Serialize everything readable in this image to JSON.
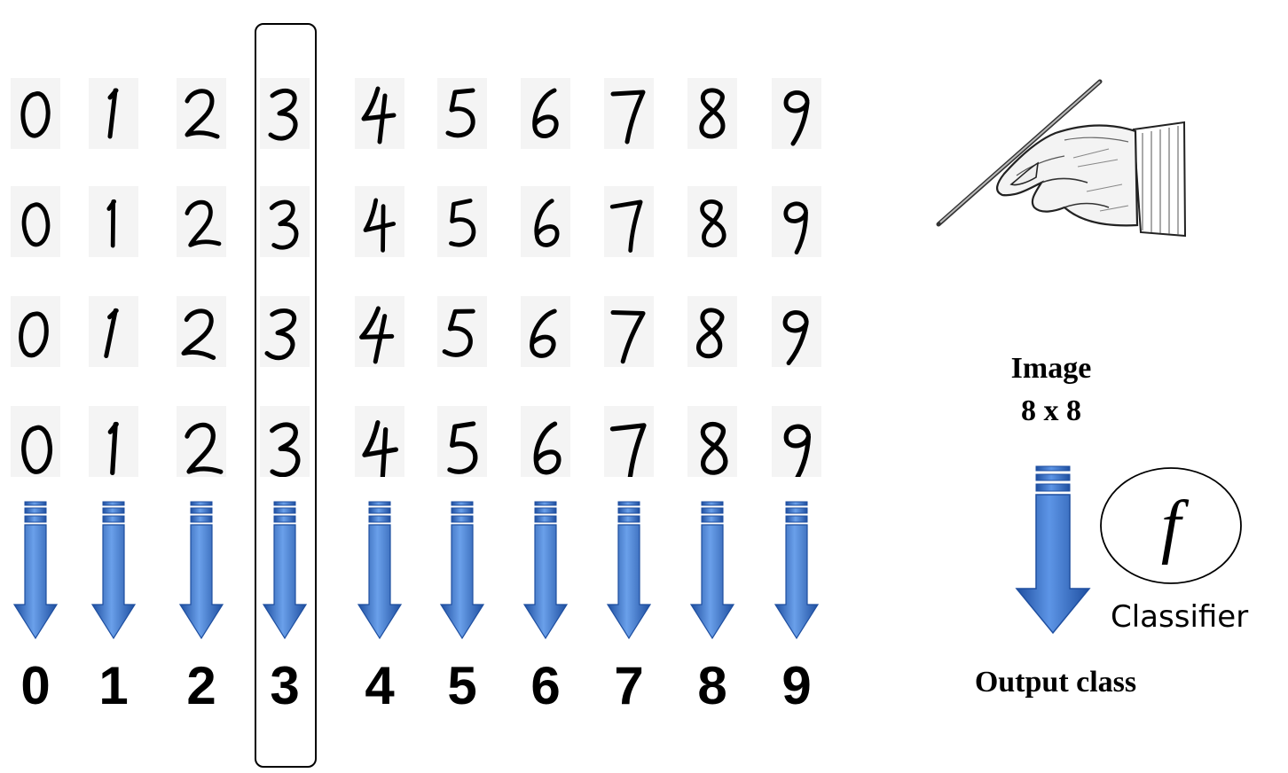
{
  "digit_grid": {
    "columns": [
      "0",
      "1",
      "2",
      "3",
      "4",
      "5",
      "6",
      "7",
      "8",
      "9"
    ],
    "rows": 4,
    "highlighted_column": "3"
  },
  "output_labels": [
    "0",
    "1",
    "2",
    "3",
    "4",
    "5",
    "6",
    "7",
    "8",
    "9"
  ],
  "image_label": {
    "line1": "Image",
    "line2": "8 x 8"
  },
  "classifier": {
    "symbol": "f",
    "label": "Classifier"
  },
  "output_class_label": "Output class",
  "colors": {
    "arrow_fill": "#3b78d8",
    "arrow_dark": "#1f4fa0",
    "ink": "#000000"
  },
  "icons": [
    "hand-with-pen-icon",
    "down-arrow-icon"
  ]
}
